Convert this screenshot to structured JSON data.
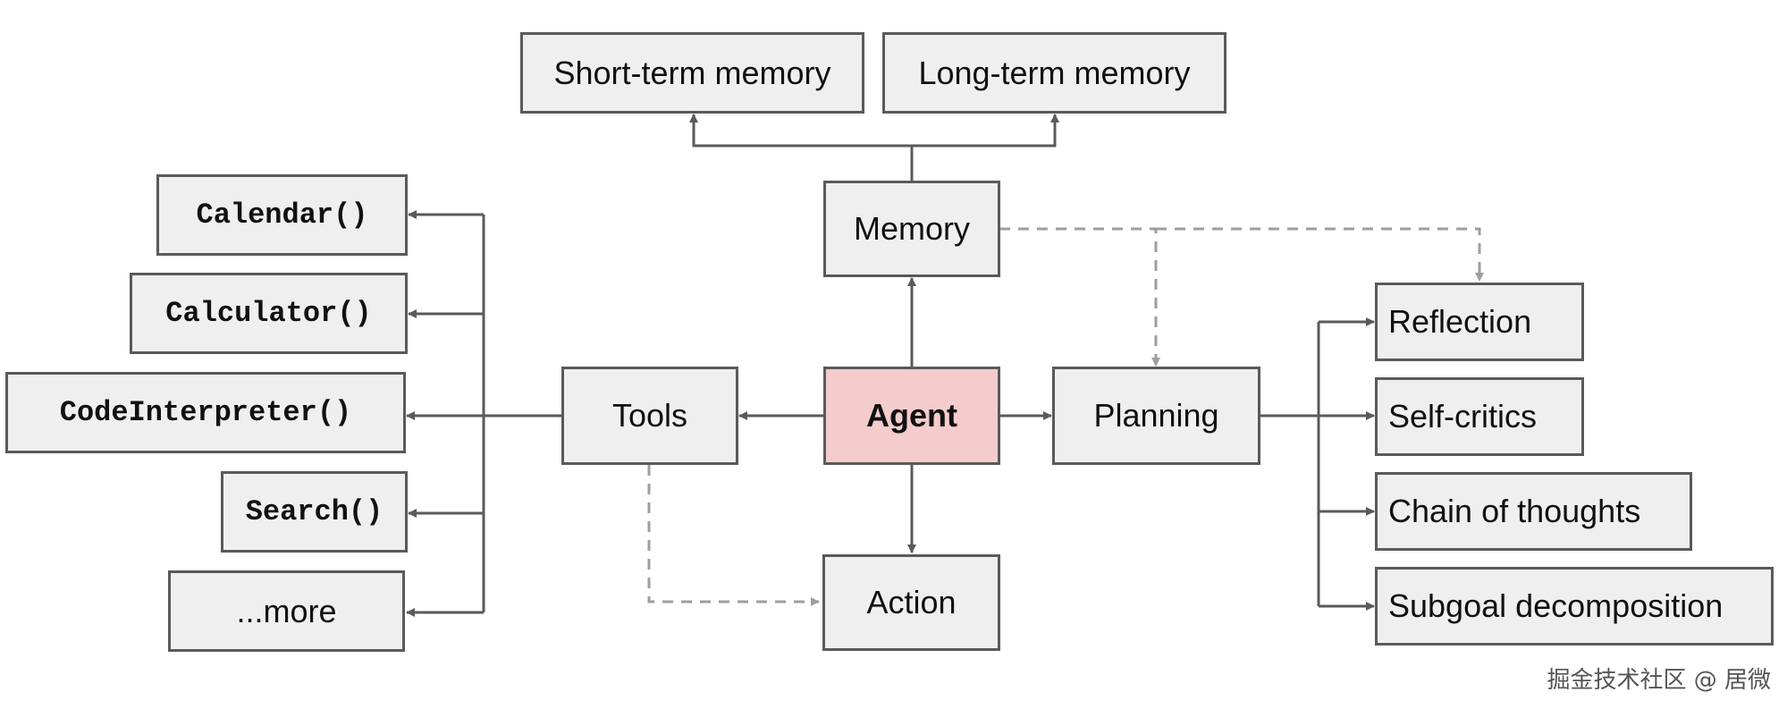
{
  "nodes": {
    "short_term_memory": "Short-term memory",
    "long_term_memory": "Long-term memory",
    "memory": "Memory",
    "agent": "Agent",
    "tools": "Tools",
    "planning": "Planning",
    "action": "Action",
    "calendar": "Calendar()",
    "calculator": "Calculator()",
    "code_interpreter": "CodeInterpreter()",
    "search": "Search()",
    "more": "...more",
    "reflection": "Reflection",
    "self_critics": "Self-critics",
    "chain_of_thoughts": "Chain of thoughts",
    "subgoal_decomposition": "Subgoal decomposition"
  },
  "watermark": "掘金技术社区 @ 居微",
  "colors": {
    "node_fill": "#efefef",
    "node_border": "#5a5a5a",
    "agent_fill": "#f4cccc",
    "solid_arrow": "#5a5a5a",
    "dashed_arrow": "#9e9e9e"
  }
}
